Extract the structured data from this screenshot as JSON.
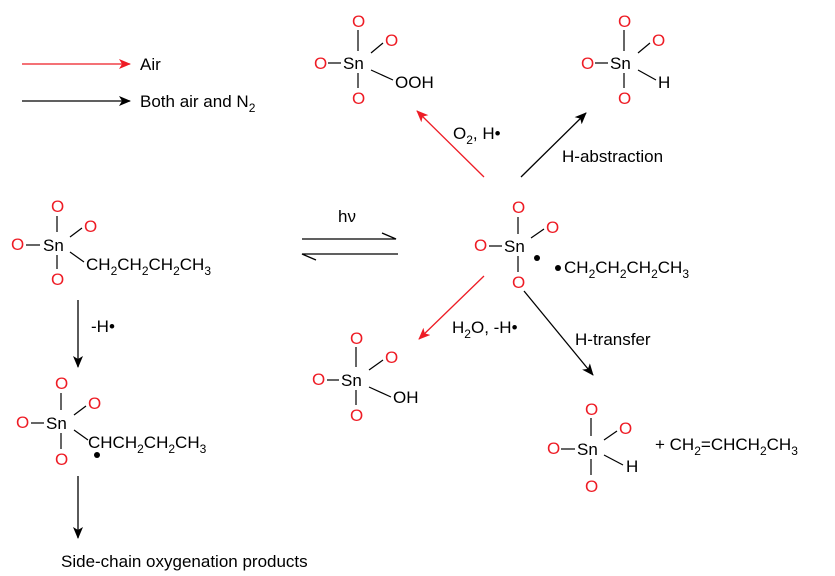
{
  "colors": {
    "air": "#ee1c25",
    "both": "#000000",
    "oxygen": "#ee1c25",
    "text": "#000000",
    "background": "#ffffff"
  },
  "legend": {
    "air_label": "Air",
    "both_label_main": "Both air and N",
    "both_label_sub": "2"
  },
  "atoms": {
    "tin": "Sn",
    "oxygen": "O",
    "hydrogen": "H"
  },
  "groups": {
    "hydroperoxyl": "OOH",
    "hydroxyl": "OH"
  },
  "radical_dot": "•",
  "chains": {
    "butyl": [
      "CH",
      "2",
      "CH",
      "2",
      "CH",
      "2",
      "CH",
      "3"
    ],
    "radical_chain": [
      "CH",
      "2",
      "CH",
      "2",
      "CH",
      "2",
      "CH",
      "3"
    ],
    "side_chain": [
      "CHCH",
      "2",
      "CH",
      "2",
      "CH",
      "3"
    ],
    "butene": [
      "+ CH",
      "2",
      "=CHCH",
      "2",
      "CH",
      "3"
    ]
  },
  "arrows": {
    "photolysis": "hν",
    "oxidation_main": "O",
    "oxidation_sub": "2",
    "oxidation_tail": ", H•",
    "h_abstraction": "H-abstraction",
    "hydrolysis_main": "H",
    "hydrolysis_sub": "2",
    "hydrolysis_tail": "O, -H•",
    "h_transfer": "H-transfer",
    "h_loss": "-H•"
  },
  "products": {
    "side_chain": "Side-chain oxygenation products"
  }
}
